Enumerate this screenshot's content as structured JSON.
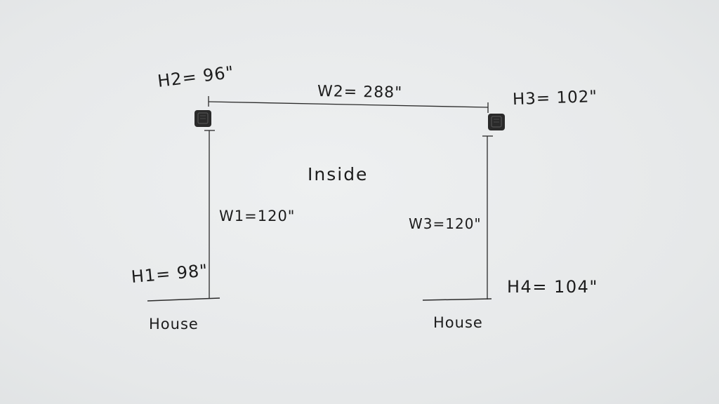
{
  "labels": {
    "h2": "H2= 96\"",
    "w2": "W2= 288\"",
    "h3": "H3= 102\"",
    "inside": "Inside",
    "w1": "W1=120\"",
    "w3": "W3=120\"",
    "h1": "H1= 98\"",
    "h4": "H4= 104\"",
    "house_left": "House",
    "house_right": "House"
  },
  "colors": {
    "ink": "#1c1c1c",
    "post": "#2a2a2a",
    "paper": "#e8eaeb"
  }
}
